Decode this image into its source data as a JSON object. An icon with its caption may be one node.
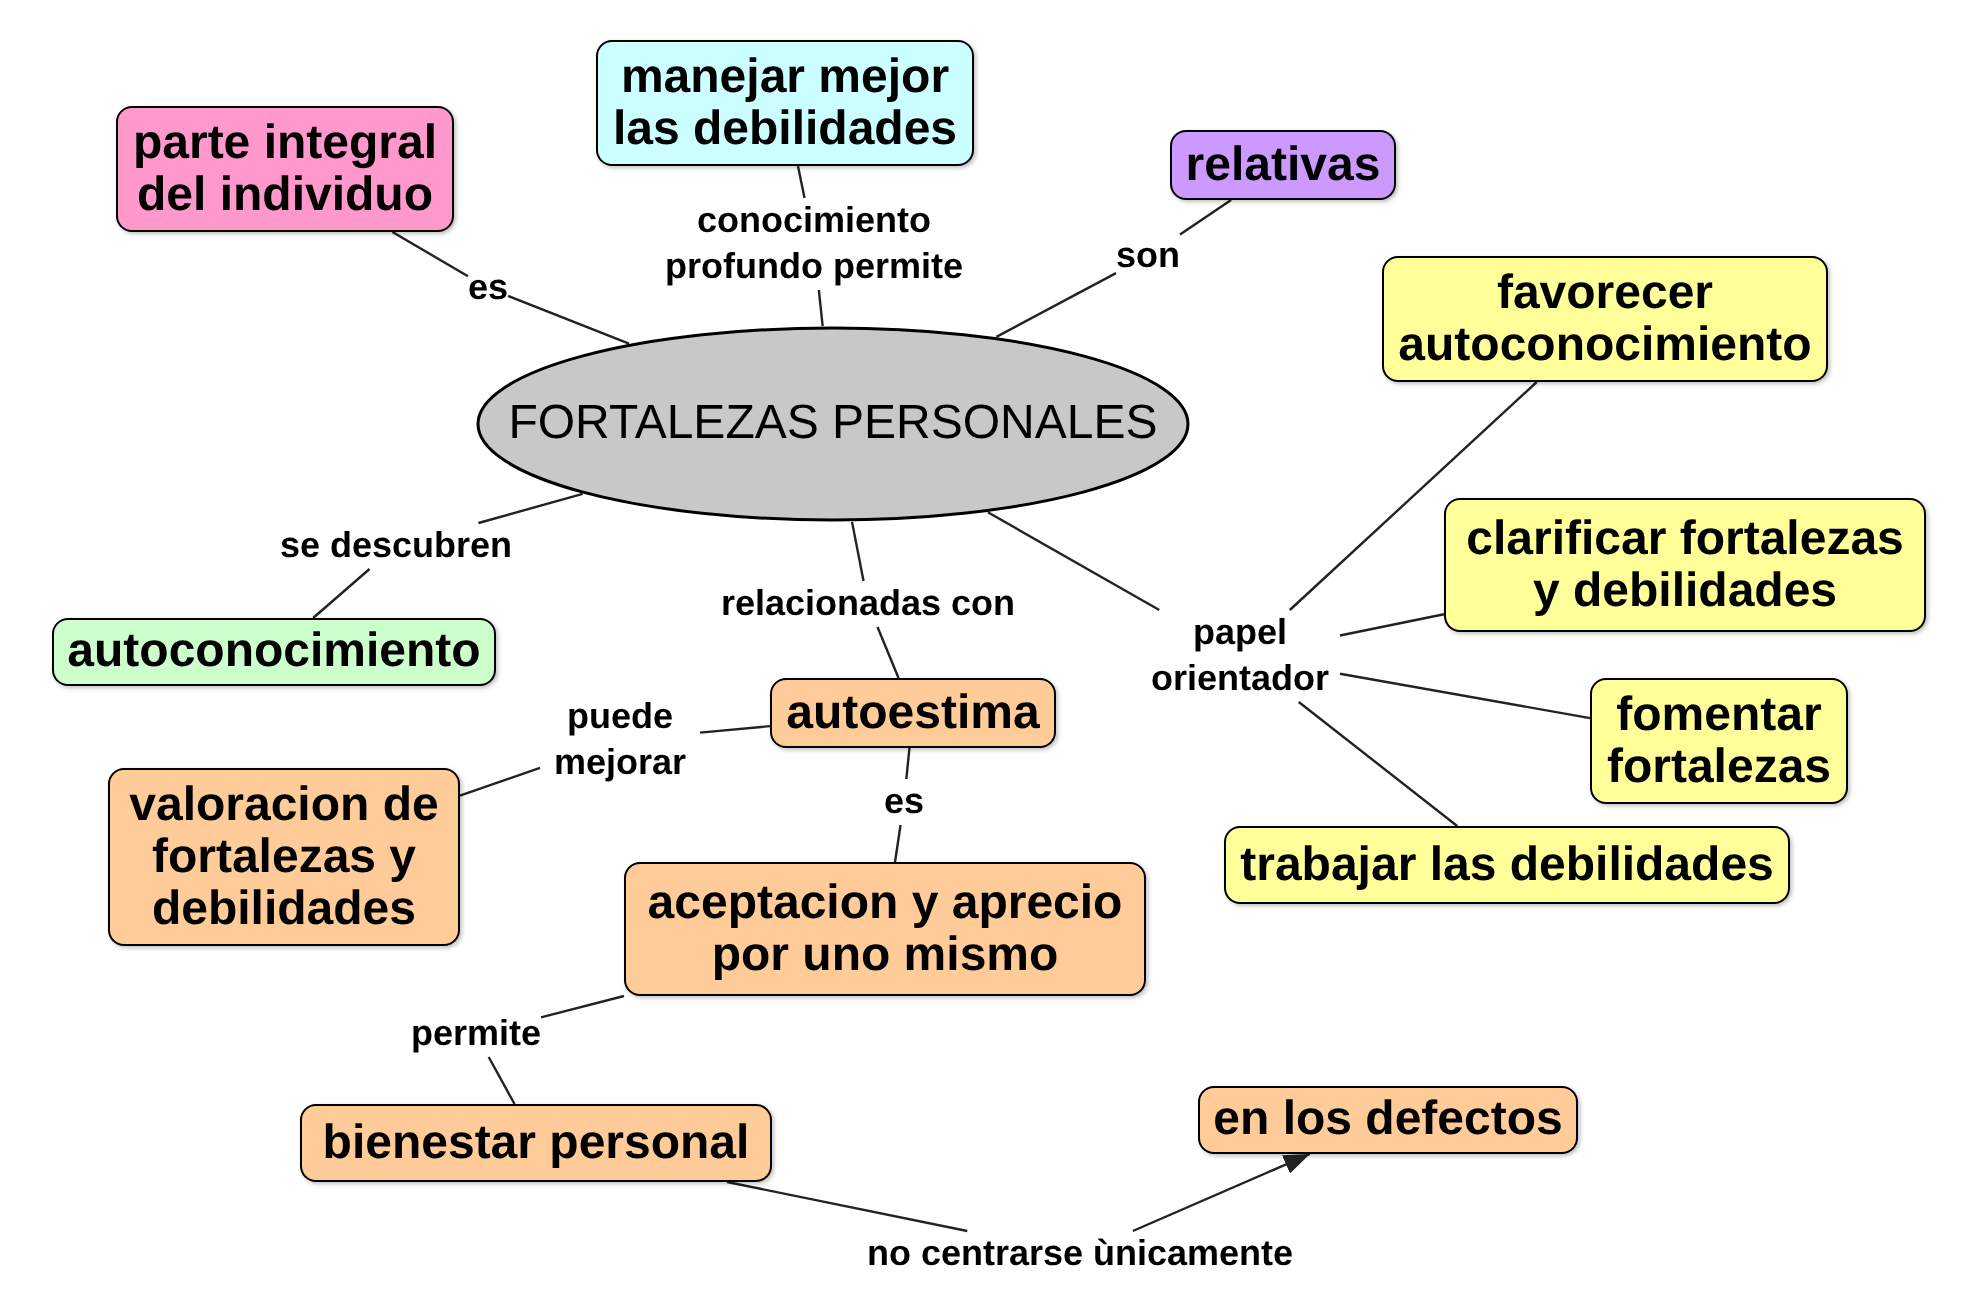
{
  "diagram": {
    "nodes": [
      {
        "text": [
          "manejar mejor las debilidades"
        ]
      },
      {
        "text": [
          "parte integral del individuo"
        ]
      },
      {
        "text": [
          "relativas"
        ]
      },
      {
        "text": [
          "conocimiento profundo permite"
        ]
      },
      {
        "text": [
          "es"
        ]
      },
      {
        "text": [
          "son"
        ]
      },
      {
        "text": [
          "favorecer autoconocimiento"
        ]
      },
      {
        "text": [
          "FORTALEZAS PERSONALES"
        ]
      },
      {
        "text": [
          "clarificar fortalezas y debilidades"
        ]
      },
      {
        "text": [
          "se descubren"
        ]
      },
      {
        "text": [
          "relacionadas con"
        ]
      },
      {
        "text": [
          "papel orientador"
        ]
      },
      {
        "text": [
          "autoconocimiento"
        ]
      },
      {
        "text": [
          "autoestima"
        ]
      },
      {
        "text": [
          "puede mejorar"
        ]
      },
      {
        "text": [
          "fomentar fortalezas"
        ]
      },
      {
        "text": [
          "valoracion de fortalezas y debilidades"
        ]
      },
      {
        "text": [
          "es"
        ]
      },
      {
        "text": [
          "trabajar las debilidades"
        ]
      },
      {
        "text": [
          "aceptacion y aprecio por uno mismo"
        ]
      },
      {
        "text": [
          "permite"
        ]
      },
      {
        "text": [
          "en los defectos"
        ]
      },
      {
        "text": [
          "bienestar personal"
        ]
      },
      {
        "text": [
          "no centrarse ùnicamente"
        ]
      }
    ],
    "edges": [
      {
        "from": 7,
        "to": 3,
        "arrow": "none"
      },
      {
        "from": 3,
        "to": 0,
        "arrow": "none"
      },
      {
        "from": 7,
        "to": 4,
        "arrow": "none"
      },
      {
        "from": 4,
        "to": 1,
        "arrow": "none"
      },
      {
        "from": 7,
        "to": 5,
        "arrow": "none"
      },
      {
        "from": 5,
        "to": 2,
        "arrow": "none"
      },
      {
        "from": 7,
        "to": 9,
        "arrow": "none"
      },
      {
        "from": 9,
        "to": 12,
        "arrow": "none"
      },
      {
        "from": 7,
        "to": 10,
        "arrow": "none"
      },
      {
        "from": 10,
        "to": 13,
        "arrow": "none"
      },
      {
        "from": 7,
        "to": 11,
        "arrow": "none"
      },
      {
        "from": 11,
        "to": 6,
        "arrow": "none"
      },
      {
        "from": 11,
        "to": 8,
        "arrow": "none"
      },
      {
        "from": 11,
        "to": 15,
        "arrow": "none"
      },
      {
        "from": 11,
        "to": 18,
        "arrow": "none"
      },
      {
        "from": 13,
        "to": 14,
        "arrow": "none"
      },
      {
        "from": 14,
        "to": 16,
        "arrow": "none"
      },
      {
        "from": 13,
        "to": 17,
        "arrow": "none"
      },
      {
        "from": 17,
        "to": 19,
        "arrow": "none"
      },
      {
        "from": 19,
        "to": 20,
        "arrow": "none"
      },
      {
        "from": 20,
        "to": 22,
        "arrow": "none"
      },
      {
        "from": 22,
        "to": 23,
        "arrow": "none"
      },
      {
        "from": 23,
        "to": 21,
        "arrow": "to"
      }
    ]
  }
}
